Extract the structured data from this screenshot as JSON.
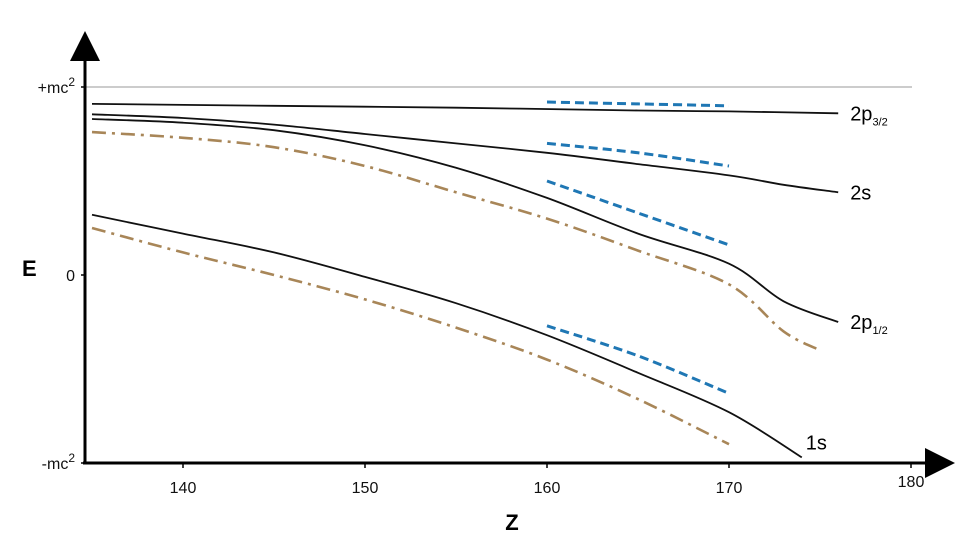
{
  "chart_data": {
    "type": "line",
    "xlabel": "Z",
    "ylabel": "E",
    "xlim": [
      134,
      180
    ],
    "ylim": [
      -1,
      1
    ],
    "x_ticks": [
      "140",
      "150",
      "160",
      "170",
      "180"
    ],
    "y_ticks": [
      {
        "value": 1,
        "base": "+mc",
        "sup": "2"
      },
      {
        "value": 0,
        "base": "0",
        "sup": ""
      },
      {
        "value": -1,
        "base": "-mc",
        "sup": "2"
      }
    ],
    "reference_line": {
      "y": 1,
      "color": "#999999"
    },
    "series": [
      {
        "name": "2p3/2",
        "style": "solid",
        "color": "#111111",
        "label": {
          "base": "2p",
          "sub": "3/2"
        },
        "points": [
          [
            135,
            0.91
          ],
          [
            145,
            0.9
          ],
          [
            155,
            0.89
          ],
          [
            165,
            0.875
          ],
          [
            170,
            0.87
          ],
          [
            176,
            0.86
          ]
        ]
      },
      {
        "name": "2s",
        "style": "solid",
        "color": "#111111",
        "label": {
          "base": "2s",
          "sub": ""
        },
        "points": [
          [
            135,
            0.855
          ],
          [
            140,
            0.835
          ],
          [
            145,
            0.8
          ],
          [
            150,
            0.75
          ],
          [
            155,
            0.7
          ],
          [
            160,
            0.65
          ],
          [
            165,
            0.59
          ],
          [
            170,
            0.53
          ],
          [
            173,
            0.48
          ],
          [
            176,
            0.44
          ]
        ]
      },
      {
        "name": "2p1/2",
        "style": "solid",
        "color": "#111111",
        "label": {
          "base": "2p",
          "sub": "1/2"
        },
        "points": [
          [
            135,
            0.83
          ],
          [
            140,
            0.81
          ],
          [
            145,
            0.77
          ],
          [
            150,
            0.69
          ],
          [
            155,
            0.57
          ],
          [
            160,
            0.41
          ],
          [
            165,
            0.22
          ],
          [
            170,
            0.06
          ],
          [
            173,
            -0.14
          ],
          [
            176,
            -0.25
          ]
        ]
      },
      {
        "name": "1s",
        "style": "solid",
        "color": "#111111",
        "label": {
          "base": "1s",
          "sub": ""
        },
        "points": [
          [
            135,
            0.32
          ],
          [
            140,
            0.22
          ],
          [
            145,
            0.12
          ],
          [
            150,
            -0.01
          ],
          [
            155,
            -0.15
          ],
          [
            160,
            -0.32
          ],
          [
            165,
            -0.52
          ],
          [
            170,
            -0.73
          ],
          [
            174,
            -0.97
          ]
        ]
      },
      {
        "name": "upper dash-dot",
        "style": "dashdot",
        "color": "#a88658",
        "points": [
          [
            135,
            0.76
          ],
          [
            140,
            0.73
          ],
          [
            145,
            0.68
          ],
          [
            150,
            0.58
          ],
          [
            155,
            0.44
          ],
          [
            160,
            0.3
          ],
          [
            165,
            0.13
          ],
          [
            170,
            -0.05
          ],
          [
            173,
            -0.3
          ],
          [
            175,
            -0.4
          ]
        ]
      },
      {
        "name": "lower dash-dot",
        "style": "dashdot",
        "color": "#a88658",
        "points": [
          [
            135,
            0.25
          ],
          [
            140,
            0.12
          ],
          [
            145,
            0.0
          ],
          [
            150,
            -0.13
          ],
          [
            155,
            -0.28
          ],
          [
            160,
            -0.45
          ],
          [
            165,
            -0.66
          ],
          [
            170,
            -0.9
          ]
        ]
      },
      {
        "name": "dashed near 2p3/2",
        "style": "dashed",
        "color": "#1f77b4",
        "points": [
          [
            160,
            0.92
          ],
          [
            165,
            0.91
          ],
          [
            170,
            0.9
          ]
        ]
      },
      {
        "name": "dashed near 2s",
        "style": "dashed",
        "color": "#1f77b4",
        "points": [
          [
            160,
            0.7
          ],
          [
            165,
            0.65
          ],
          [
            170,
            0.58
          ]
        ]
      },
      {
        "name": "dashed near 2p1/2",
        "style": "dashed",
        "color": "#1f77b4",
        "points": [
          [
            160,
            0.5
          ],
          [
            165,
            0.33
          ],
          [
            170,
            0.16
          ]
        ]
      },
      {
        "name": "dashed near 1s",
        "style": "dashed",
        "color": "#1f77b4",
        "points": [
          [
            160,
            -0.27
          ],
          [
            165,
            -0.43
          ],
          [
            170,
            -0.63
          ]
        ]
      }
    ]
  }
}
